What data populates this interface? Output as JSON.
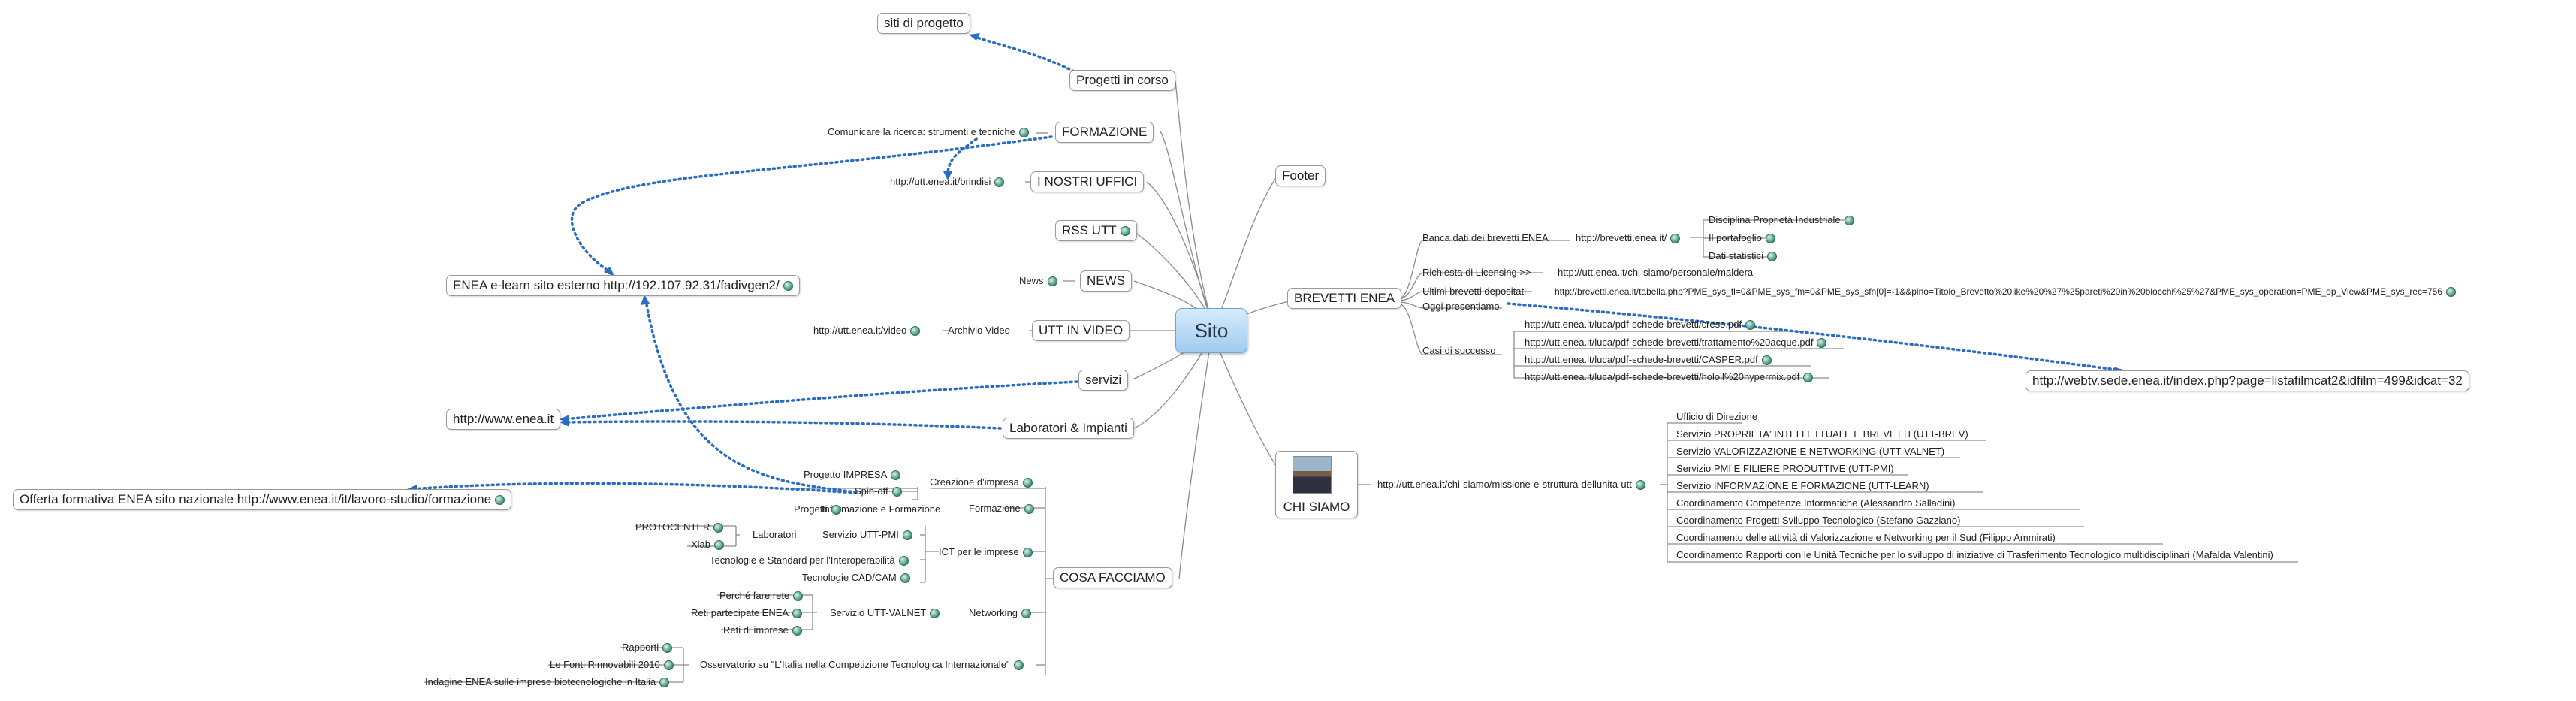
{
  "root": "Sito",
  "branches": {
    "progetti_in_corso": "Progetti in corso",
    "siti_di_progetto": "siti di progetto",
    "formazione": "FORMAZIONE",
    "comunicare": "Comunicare la ricerca: strumenti e tecniche",
    "nostri_uffici": "I NOSTRI UFFICI",
    "brindisi": "http://utt.enea.it/brindisi",
    "rss": "RSS UTT",
    "news": "NEWS",
    "news_leaf": "News",
    "utt_video": "UTT IN VIDEO",
    "archivio_video": "Archivio Video",
    "video_url": "http://utt.enea.it/video",
    "servizi": "servizi",
    "laboratori_impianti": "Laboratori & Impianti",
    "www_enea": "http://www.enea.it",
    "elearn": "ENEA e-learn sito esterno http://192.107.92.31/fadivgen2/",
    "offerta": "Offerta formativa ENEA sito nazionale http://www.enea.it/it/lavoro-studio/formazione",
    "footer": "Footer",
    "brevetti": "BREVETTI ENEA",
    "chi_siamo": "CHI SIAMO",
    "cosa_facciamo": "COSA FACCIAMO"
  },
  "brevetti": {
    "banca_dati": "Banca dati dei brevetti ENEA",
    "brevetti_url": "http://brevetti.enea.it/",
    "disciplina": "Disciplina Proprietà Industriale",
    "portafoglio": "Il portafoglio",
    "statistici": "Dati statistici",
    "licensing": "Richiesta di Licensing >>",
    "licensing_url": "http://utt.enea.it/chi-siamo/personale/maldera",
    "ultimi": "Ultimi brevetti depositati",
    "ultimi_url": "http://brevetti.enea.it/tabella.php?PME_sys_fl=0&PME_sys_fm=0&PME_sys_sfn[0]=-1&&pino=Titolo_Brevetto%20like%20%27%25pareti%20in%20blocchi%25%27&PME_sys_operation=PME_op_View&PME_sys_rec=756",
    "oggi": "Oggi presentiamo",
    "webtv": "http://webtv.sede.enea.it/index.php?page=listafilmcat2&idfilm=499&idcat=32",
    "casi": "Casi di successo",
    "casi_items": [
      "http://utt.enea.it/luca/pdf-schede-brevetti/creso.pdf",
      "http://utt.enea.it/luca/pdf-schede-brevetti/trattamento%20acque.pdf",
      "http://utt.enea.it/luca/pdf-schede-brevetti/CASPER.pdf",
      "http://utt.enea.it/luca/pdf-schede-brevetti/holoil%20hypermix.pdf"
    ]
  },
  "chi": {
    "url": "http://utt.enea.it/chi-siamo/missione-e-struttura-dellunita-utt",
    "items": [
      "Ufficio di Direzione",
      "Servizio PROPRIETA' INTELLETTUALE E BREVETTI (UTT-BREV)",
      "Servizio VALORIZZAZIONE E NETWORKING (UTT-VALNET)",
      "Servizio PMI E FILIERE PRODUTTIVE (UTT-PMI)",
      "Servizio INFORMAZIONE E FORMAZIONE (UTT-LEARN)",
      "Coordinamento Competenze Informatiche (Alessandro Salladini)",
      "Coordinamento Progetti Sviluppo Tecnologico (Stefano Gazziano)",
      "Coordinamento delle attività di Valorizzazione e Networking per il Sud (Filippo Ammirati)",
      "Coordinamento Rapporti con le Unità Tecniche per lo sviluppo di iniziative di Trasferimento Tecnologico multidisciplinari (Mafalda Valentini)"
    ]
  },
  "cosa": {
    "creazione": "Creazione d'impresa",
    "progetto_impresa": "Progetto IMPRESA",
    "spin_off": "Spin-off",
    "formazione": "Formazione",
    "info_form": "Informazione e Formazione",
    "progetti": "Progetti",
    "ict": "ICT per le imprese",
    "servizio_pmi": "Servizio UTT-PMI",
    "laboratori": "Laboratori",
    "protocenter": "PROTOCENTER",
    "xlab": "Xlab",
    "tecnologie_std": "Tecnologie e Standard per l'Interoperabilità",
    "cad": "Tecnologie CAD/CAM",
    "networking": "Networking",
    "servizio_valnet": "Servizio UTT-VALNET",
    "perche": "Perché fare rete",
    "reti_partecipate": "Reti partecipate ENEA",
    "reti_imprese": "Reti di imprese",
    "osservatorio": "Osservatorio su \"L'Italia nella Competizione Tecnologica Internazionale\"",
    "rapporti": "Rapporti",
    "fonti": "Le Fonti Rinnovabili 2010",
    "indagine": "Indagine ENEA sulle imprese biotecnologiche in Italia"
  }
}
